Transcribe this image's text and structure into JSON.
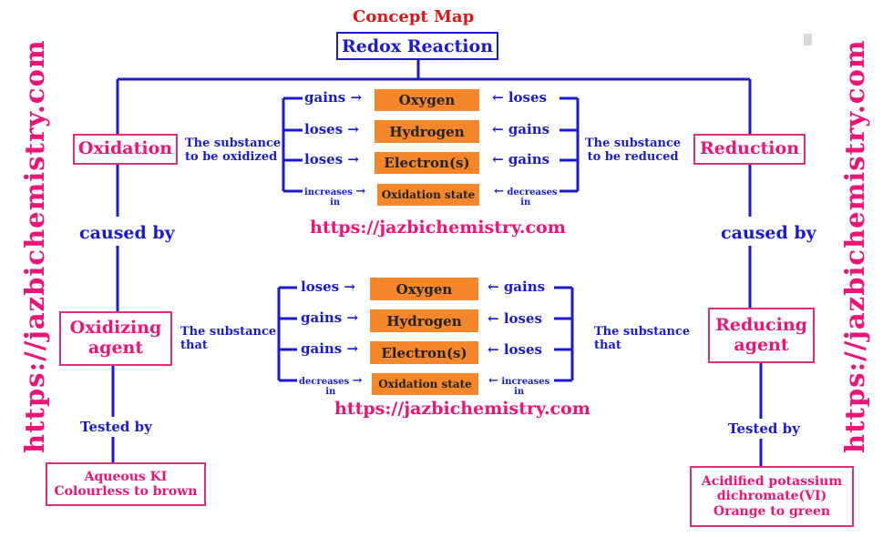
{
  "title": "Concept Map",
  "root": "Redox Reaction",
  "watermark": "https://jazbichemistry.com",
  "oxidation": {
    "label": "Oxidation",
    "substance": [
      "The substance",
      "to be oxidized"
    ],
    "caused_by": "caused by",
    "agent": [
      "Oxidizing",
      "agent"
    ],
    "tested_by": "Tested by",
    "test": [
      "Aqueous KI",
      "Colourless to brown"
    ]
  },
  "reduction": {
    "label": "Reduction",
    "substance": [
      "The substance",
      "to be reduced"
    ],
    "caused_by": "caused by",
    "agent": [
      "Reducing",
      "agent"
    ],
    "tested_by": "Tested by",
    "test": [
      "Acidified potassium",
      "dichromate(VI)",
      "Orange to green"
    ]
  },
  "top_grid": {
    "rows": [
      {
        "left": "gains",
        "center": "Oxygen",
        "right": "loses"
      },
      {
        "left": "loses",
        "center": "Hydrogen",
        "right": "gains"
      },
      {
        "left": "loses",
        "center": "Electron(s)",
        "right": "gains"
      },
      {
        "left": [
          "increases",
          "in"
        ],
        "center": "Oxidation state",
        "right": [
          "decreases",
          "in"
        ]
      }
    ]
  },
  "agent_substance": {
    "left": [
      "The substance",
      "that"
    ],
    "right": [
      "The substance",
      "that"
    ]
  },
  "bottom_grid": {
    "rows": [
      {
        "left": "loses",
        "center": "Oxygen",
        "right": "gains"
      },
      {
        "left": "gains",
        "center": "Hydrogen",
        "right": "loses"
      },
      {
        "left": "gains",
        "center": "Electron(s)",
        "right": "loses"
      },
      {
        "left": [
          "decreases",
          "in"
        ],
        "center": "Oxidation state",
        "right": [
          "increases",
          "in"
        ]
      }
    ]
  },
  "arrows": {
    "right": "→",
    "left": "←"
  },
  "colors": {
    "blue": "#1a1ad6",
    "pink": "#ee1477",
    "orange": "#f5862a",
    "title_red": "#e01414"
  }
}
